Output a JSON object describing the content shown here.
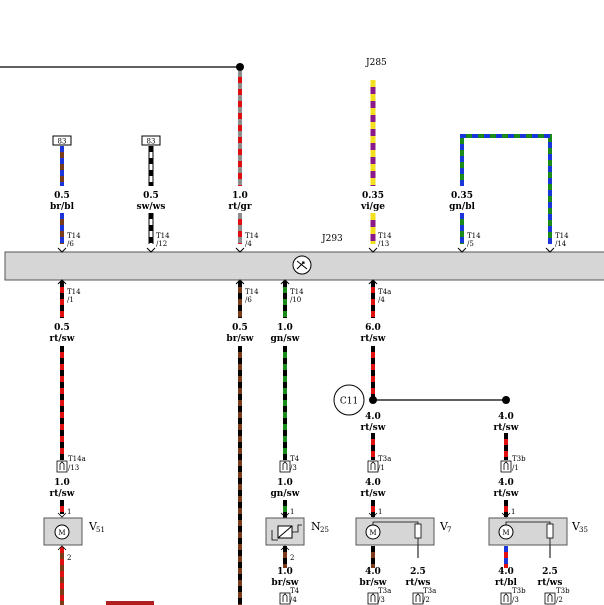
{
  "components": {
    "j285": "J285",
    "j293": "J293",
    "c11": "C11",
    "v51": "V",
    "v51_sub": "51",
    "n25": "N",
    "n25_sub": "25",
    "v7": "V",
    "v7_sub": "7",
    "v35": "V",
    "v35_sub": "35",
    "motor_symbol": "M"
  },
  "fuse_tags": [
    "83",
    "83"
  ],
  "wires_top": [
    {
      "size": "0.5",
      "color": "br/bl",
      "conn": "T14",
      "pin": "/6"
    },
    {
      "size": "0.5",
      "color": "sw/ws",
      "conn": "T14",
      "pin": "/12"
    },
    {
      "size": "1.0",
      "color": "rt/gr",
      "conn": "T14",
      "pin": "/4"
    },
    {
      "size": "0.35",
      "color": "vi/ge",
      "conn": "T14",
      "pin": "/13"
    },
    {
      "size": "0.35",
      "color": "gn/bl",
      "conn": "T14",
      "pin": "/5"
    },
    {
      "size": "",
      "color": "",
      "conn": "T14",
      "pin": "/14"
    }
  ],
  "conn_below_bus": [
    {
      "conn": "T14",
      "pin": "/1"
    },
    {
      "conn": "T14",
      "pin": "/6"
    },
    {
      "conn": "T14",
      "pin": "/10"
    },
    {
      "conn": "T4a",
      "pin": "/4"
    }
  ],
  "wires_mid": [
    {
      "size": "0.5",
      "color": "rt/sw"
    },
    {
      "size": "0.5",
      "color": "br/sw"
    },
    {
      "size": "1.0",
      "color": "gn/sw"
    },
    {
      "size": "6.0",
      "color": "rt/sw"
    }
  ],
  "branch_wires": [
    {
      "size": "4.0",
      "color": "rt/sw"
    },
    {
      "size": "4.0",
      "color": "rt/sw"
    }
  ],
  "plugs_upper": [
    {
      "conn": "T14a",
      "pin": "/13"
    },
    {
      "conn": "T4",
      "pin": "/3"
    },
    {
      "conn": "T3a",
      "pin": "/1"
    },
    {
      "conn": "T3b",
      "pin": "/1"
    }
  ],
  "wires_lower": [
    {
      "size": "1.0",
      "color": "rt/sw"
    },
    {
      "size": "1.0",
      "color": "gn/sw"
    },
    {
      "size": "4.0",
      "color": "rt/sw"
    },
    {
      "size": "4.0",
      "color": "rt/sw"
    }
  ],
  "pins": {
    "v51_top": "1",
    "v51_bottom": "2",
    "n25_top": "1",
    "n25_bottom": "2",
    "v7_top": "1",
    "v35_top": "1"
  },
  "wires_bottom": [
    {
      "size": "1.0",
      "color": "br/sw",
      "conn": "T4",
      "pin": "/4"
    },
    {
      "size": "4.0",
      "color": "br/sw",
      "conn": "T3a",
      "pin": "/3"
    },
    {
      "size": "2.5",
      "color": "rt/ws",
      "conn": "T3a",
      "pin": "/2"
    },
    {
      "size": "4.0",
      "color": "rt/bl",
      "conn": "T3b",
      "pin": "/3"
    },
    {
      "size": "2.5",
      "color": "rt/ws",
      "conn": "T3b",
      "pin": "/2"
    }
  ]
}
